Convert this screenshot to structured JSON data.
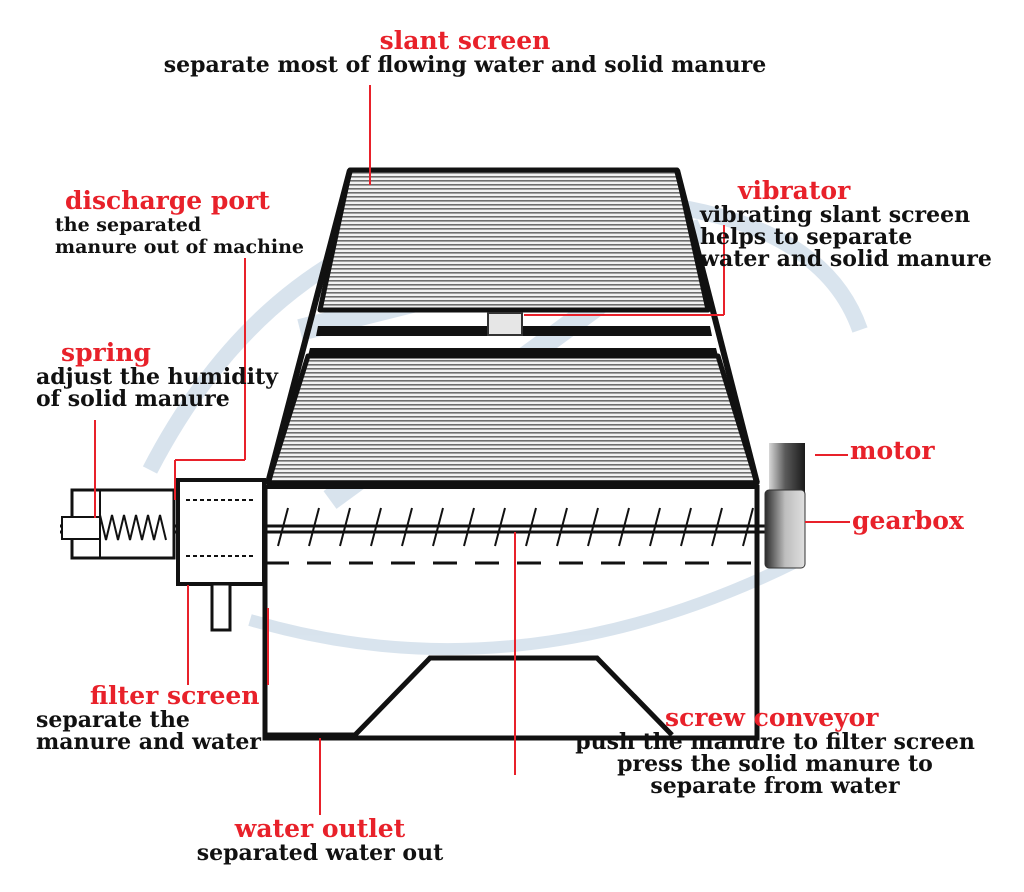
{
  "colors": {
    "title": "#e8212a",
    "text": "#111111",
    "outline": "#111111",
    "leader": "#e8212a",
    "watermark": "#b9cde0"
  },
  "labels": {
    "slant_screen": {
      "title": "slant screen",
      "desc": "separate most of flowing water and solid manure"
    },
    "discharge_port": {
      "title": "discharge port",
      "desc_lines": [
        "the separated",
        "manure out of machine"
      ]
    },
    "vibrator": {
      "title": "vibrator",
      "desc_lines": [
        "vibrating slant screen",
        "helps to separate",
        "water and solid manure"
      ]
    },
    "spring": {
      "title": "spring",
      "desc_lines": [
        "adjust the humidity",
        "of solid manure"
      ]
    },
    "motor": {
      "title": "motor"
    },
    "gearbox": {
      "title": "gearbox"
    },
    "filter_screen": {
      "title": "filter screen",
      "desc_lines": [
        "separate the",
        "manure and water"
      ]
    },
    "screw_conveyor": {
      "title": "screw conveyor",
      "desc_lines": [
        "push the manure to filter screen",
        "press the solid manure to",
        "separate from water"
      ]
    },
    "water_outlet": {
      "title": "water outlet",
      "desc": "separated water out"
    }
  }
}
